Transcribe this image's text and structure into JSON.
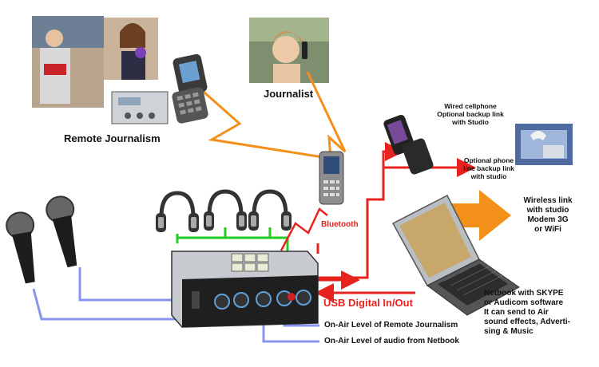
{
  "labels": {
    "remote_journalism": "Remote Journalism",
    "journalist": "Journalist",
    "wired_cellphone": [
      "Wired cellphone",
      "Optional backup link",
      "with Studio"
    ],
    "phone_line": [
      "Optional phone",
      "line backup link",
      "with studio"
    ],
    "wireless_link": [
      "Wireless link",
      "with studio",
      "Modem 3G",
      "or WiFi"
    ],
    "bluetooth": "Bluetooth",
    "usb": "USB Digital In/Out",
    "netbook": [
      "Netbook with SKYPE",
      "or Audicom software",
      "It can send to Air",
      "sound effects, Adverti-",
      "sing & Music"
    ],
    "onair_remote": "On-Air Level of Remote Journalism",
    "onair_netbook": "On-Air Level of audio from Netbook"
  },
  "colors": {
    "accent_red": "#e8231f",
    "orange": "#f39019",
    "green": "#22cc22",
    "blue": "#8a94ee"
  },
  "icons": [
    "microphone-icon",
    "headphones-icon",
    "cellphone-icon",
    "laptop-icon",
    "mixer-icon",
    "arrow-icon"
  ]
}
